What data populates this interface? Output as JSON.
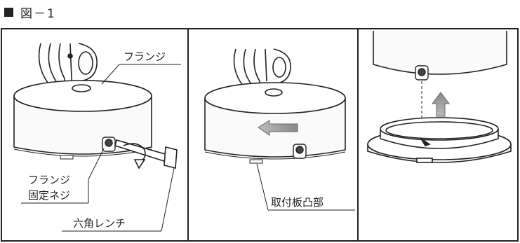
{
  "figure": {
    "title": "図－1"
  },
  "panels": [
    {
      "labels": {
        "flange": "フランジ",
        "flange_screw_line1": "フランジ",
        "flange_screw_line2": "固定ネジ",
        "hex_wrench": "六角レンチ"
      }
    },
    {
      "labels": {
        "mount_plate_tab": "取付板凸部"
      }
    },
    {
      "labels": {}
    }
  ]
}
